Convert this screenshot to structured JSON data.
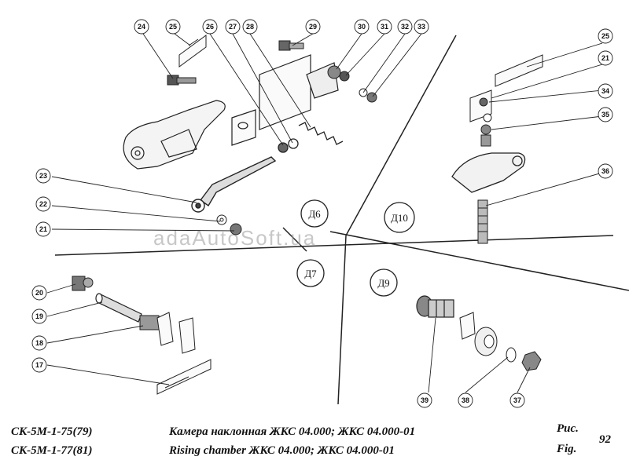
{
  "callouts": {
    "c17": "17",
    "c18": "18",
    "c19": "19",
    "c20": "20",
    "c21a": "21",
    "c22": "22",
    "c23": "23",
    "c24": "24",
    "c25a": "25",
    "c26": "26",
    "c27": "27",
    "c28": "28",
    "c29": "29",
    "c30": "30",
    "c31": "31",
    "c32": "32",
    "c33": "33",
    "c25b": "25",
    "c21b": "21",
    "c34": "34",
    "c35": "35",
    "c36": "36",
    "c37": "37",
    "c38": "38",
    "c39": "39"
  },
  "sections": {
    "d6": "Д6",
    "d7": "Д7",
    "d9": "Д9",
    "d10": "Д10"
  },
  "watermark": "adaAutoSoft.ua",
  "footer": {
    "model_line_1": "СК-5М-1-75(79)",
    "model_line_2": "СК-5М-1-77(81)",
    "caption_ru": "Камера наклонная ЖКС 04.000; ЖКС 04.000-01",
    "caption_en": "Rising chamber ЖКС 04.000; ЖКС 04.000-01",
    "fig_ru": "Рис.",
    "fig_en": "Fig.",
    "fig_number": "92"
  }
}
